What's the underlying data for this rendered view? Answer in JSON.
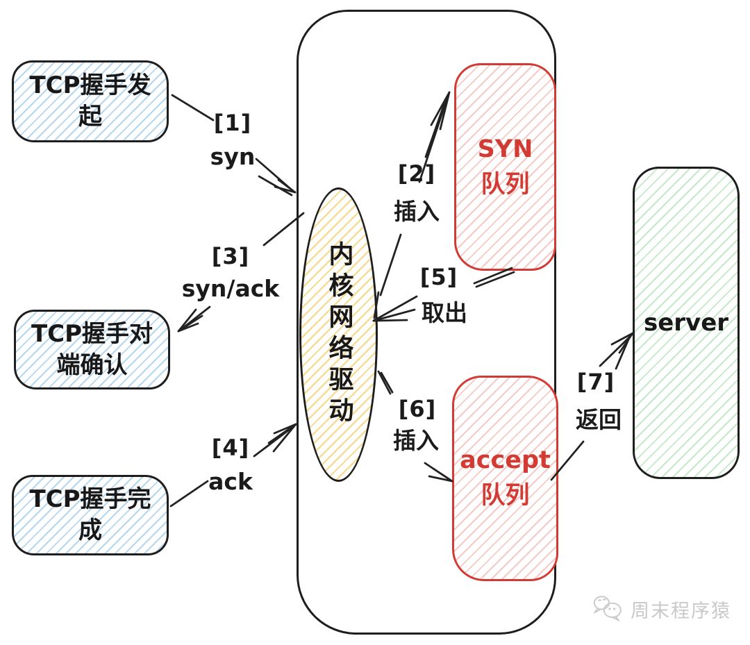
{
  "nodes": {
    "client_boxes": [
      {
        "label": "TCP握手发起"
      },
      {
        "label": "TCP握手对端确认"
      },
      {
        "label": "TCP握手完成"
      }
    ],
    "kernel_driver": {
      "label": "内核网络驱动"
    },
    "syn_queue": {
      "title": "SYN",
      "subtitle": "队列"
    },
    "accept_queue": {
      "title": "accept",
      "subtitle": "队列"
    },
    "server": {
      "label": "server"
    }
  },
  "steps": [
    {
      "num": "[1]",
      "label": "syn"
    },
    {
      "num": "[2]",
      "label": "插入"
    },
    {
      "num": "[3]",
      "label": "syn/ack"
    },
    {
      "num": "[4]",
      "label": "ack"
    },
    {
      "num": "[5]",
      "label": "取出"
    },
    {
      "num": "[6]",
      "label": "插入"
    },
    {
      "num": "[7]",
      "label": "返回"
    }
  ],
  "watermark": {
    "label": "周末程序猿",
    "icon": "wechat-chat-bubbles-icon"
  },
  "colors": {
    "ink": "#1e1e1e",
    "blue_hatch": "#b3d6f1",
    "red_stroke": "#d23b33",
    "red_hatch": "#f6c9c5",
    "green_hatch": "#c3e9ca",
    "yellow_hatch": "#f6dc97",
    "watermark_gray": "#c9c9c9"
  }
}
